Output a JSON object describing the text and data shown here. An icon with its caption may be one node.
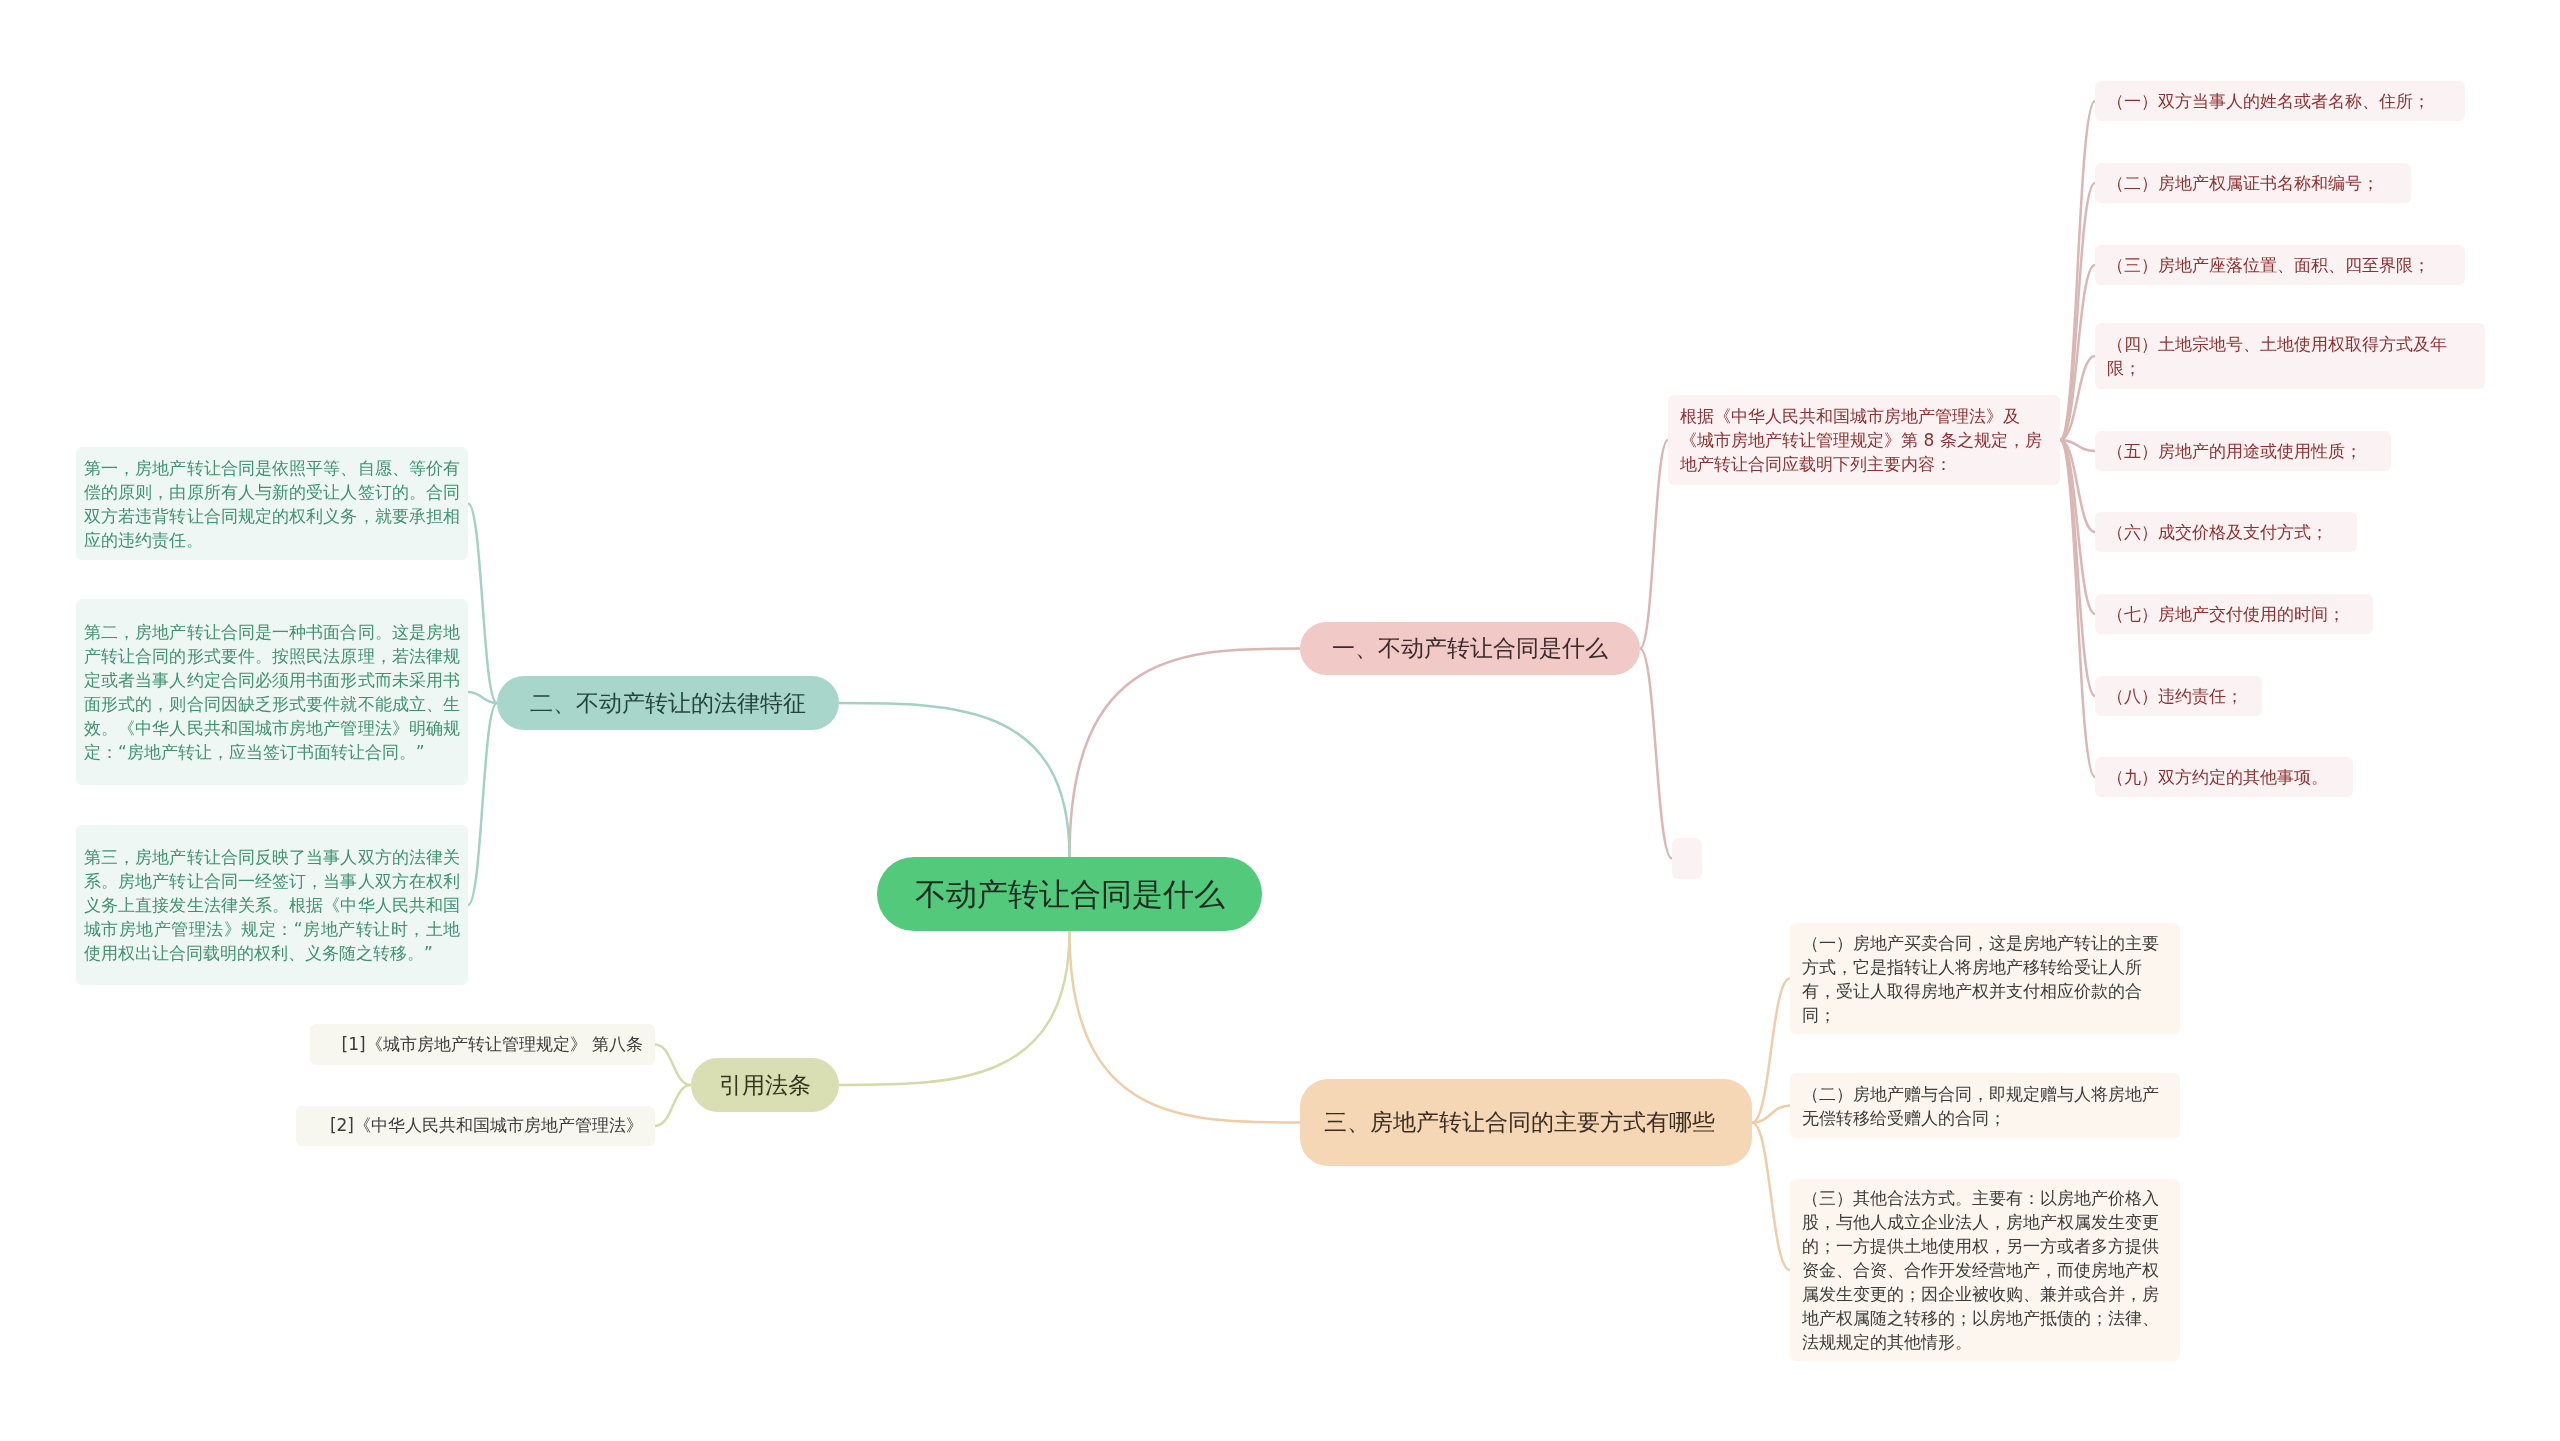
{
  "diagram": {
    "nodes": [
      {
        "text": [
          "不动产转让合同是什么"
        ]
      },
      {
        "text": [
          "一、不动产转让合同是什么"
        ]
      },
      {
        "text": [
          "根据《中华人民共和国城市房地产管理法》及《城市房地产转让管理规定》第 8 条之规定，房地产转让合同应载明下列主要内容："
        ]
      },
      {
        "text": [
          "（一）双方当事人的姓名或者名称、住所；"
        ]
      },
      {
        "text": [
          "（二）房地产权属证书名称和编号；"
        ]
      },
      {
        "text": [
          "（三）房地产座落位置、面积、四至界限；"
        ]
      },
      {
        "text": [
          "（四）土地宗地号、土地使用权取得方式及年限；"
        ]
      },
      {
        "text": [
          "（五）房地产的用途或使用性质；"
        ]
      },
      {
        "text": [
          "（六）成交价格及支付方式；"
        ]
      },
      {
        "text": [
          "（七）房地产交付使用的时间；"
        ]
      },
      {
        "text": [
          "（八）违约责任；"
        ]
      },
      {
        "text": [
          "（九）双方约定的其他事项。"
        ]
      },
      {
        "text": [],
        "shape": "box"
      },
      {
        "text": [
          "二、不动产转让的法律特征"
        ]
      },
      {
        "text": [
          "第一，房地产转让合同是依照平等、自愿、等价有偿的原则，由原所有人与新的受让人签订的。合同双方若违背转让合同规定的权利义务，就要承担相应的违约责任。"
        ]
      },
      {
        "text": [
          "第二，房地产转让合同是一种书面合同。这是房地产转让合同的形式要件。按照民法原理，若法律规定或者当事人约定合同必须用书面形式而未采用书面形式的，则合同因缺乏形式要件就不能成立、生效。《中华人民共和国城市房地产管理法》明确规定：“房地产转让，应当签订书面转让合同。”"
        ]
      },
      {
        "text": [
          "第三，房地产转让合同反映了当事人双方的法律关系。房地产转让合同一经签订，当事人双方在权利义务上直接发生法律关系。根据《中华人民共和国城市房地产管理法》规定：“房地产转让时，土地使用权出让合同载明的权利、义务随之转移。”"
        ]
      },
      {
        "text": [
          "三、房地产转让合同的主要方式有哪些"
        ]
      },
      {
        "text": [
          "（一）房地产买卖合同，这是房地产转让的主要方式，它是指转让人将房地产移转给受让人所有，受让人取得房地产权并支付相应价款的合同；"
        ]
      },
      {
        "text": [
          "（二）房地产赠与合同，即规定赠与人将房地产无偿转移给受赠人的合同；"
        ]
      },
      {
        "text": [
          "（三）其他合法方式。主要有：以房地产价格入股，与他人成立企业法人，房地产权属发生变更的；一方提供土地使用权，另一方或者多方提供资金、合资、合作开发经营地产，而使房地产权属发生变更的；因企业被收购、兼并或合并，房地产权属随之转移的；以房地产抵债的；法律、法规规定的其他情形。"
        ]
      },
      {
        "text": [
          "引用法条"
        ]
      },
      {
        "text": [
          "[1]《城市房地产转让管理规定》 第八条"
        ]
      },
      {
        "text": [
          "[2]《中华人民共和国城市房地产管理法》"
        ]
      }
    ],
    "edges": [
      {
        "from": 0,
        "to": 1,
        "arrow": "none"
      },
      {
        "from": 1,
        "to": 2,
        "arrow": "none"
      },
      {
        "from": 2,
        "to": 3,
        "arrow": "none"
      },
      {
        "from": 2,
        "to": 4,
        "arrow": "none"
      },
      {
        "from": 2,
        "to": 5,
        "arrow": "none"
      },
      {
        "from": 2,
        "to": 6,
        "arrow": "none"
      },
      {
        "from": 2,
        "to": 7,
        "arrow": "none"
      },
      {
        "from": 2,
        "to": 8,
        "arrow": "none"
      },
      {
        "from": 2,
        "to": 9,
        "arrow": "none"
      },
      {
        "from": 2,
        "to": 10,
        "arrow": "none"
      },
      {
        "from": 2,
        "to": 11,
        "arrow": "none"
      },
      {
        "from": 1,
        "to": 12,
        "arrow": "none"
      },
      {
        "from": 0,
        "to": 13,
        "arrow": "none",
        "color": "#a3d2c4"
      },
      {
        "from": 13,
        "to": 14,
        "arrow": "none",
        "color": "#a3d2c4"
      },
      {
        "from": 13,
        "to": 15,
        "arrow": "none",
        "color": "#a3d2c4"
      },
      {
        "from": 13,
        "to": 16,
        "arrow": "none",
        "color": "#a3d2c4"
      },
      {
        "from": 0,
        "to": 17,
        "arrow": "none",
        "color": "#eecda8"
      },
      {
        "from": 17,
        "to": 18,
        "arrow": "none",
        "color": "#eecda8"
      },
      {
        "from": 17,
        "to": 19,
        "arrow": "none",
        "color": "#eecda8"
      },
      {
        "from": 17,
        "to": 20,
        "arrow": "none",
        "color": "#eecda8"
      },
      {
        "from": 0,
        "to": 21,
        "arrow": "none",
        "color": "#d5daa9"
      },
      {
        "from": 21,
        "to": 22,
        "arrow": "none",
        "color": "#d5daa9"
      },
      {
        "from": 21,
        "to": 23,
        "arrow": "none",
        "color": "#d5daa9"
      }
    ]
  }
}
